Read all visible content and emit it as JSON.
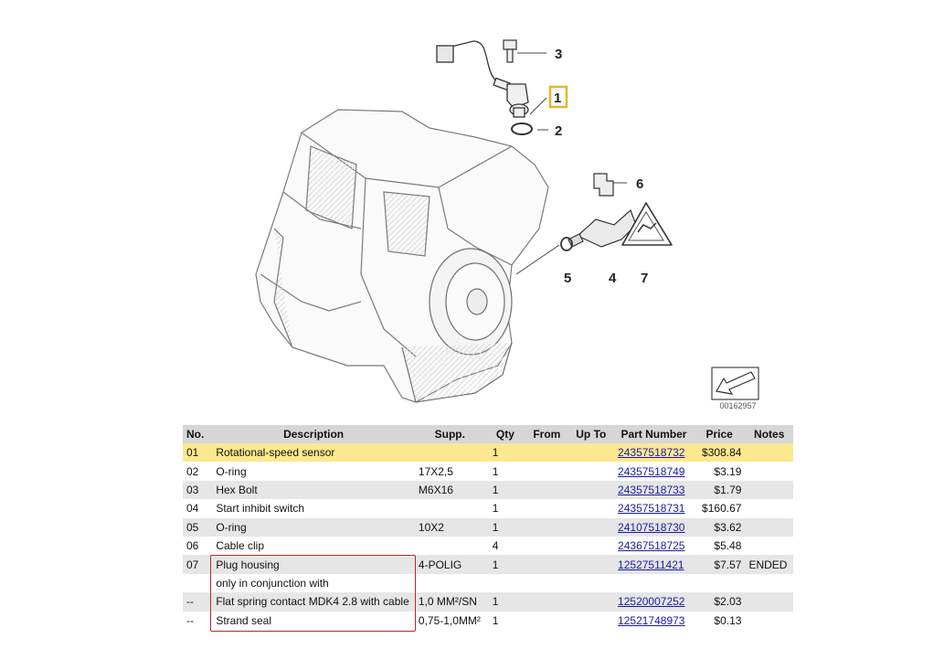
{
  "diagram": {
    "image_code": "00162957",
    "callouts": [
      "1",
      "2",
      "3",
      "4",
      "5",
      "6",
      "7"
    ]
  },
  "table": {
    "headers": {
      "no": "No.",
      "description": "Description",
      "supp": "Supp.",
      "qty": "Qty",
      "from": "From",
      "up_to": "Up To",
      "part_number": "Part Number",
      "price": "Price",
      "notes": "Notes"
    },
    "rows": [
      {
        "no": "01",
        "description": "Rotational-speed sensor",
        "supp": "",
        "qty": "1",
        "from": "",
        "up_to": "",
        "part_number": "24357518732",
        "price": "$308.84",
        "notes": ""
      },
      {
        "no": "02",
        "description": "O-ring",
        "supp": "17X2,5",
        "qty": "1",
        "from": "",
        "up_to": "",
        "part_number": "24357518749",
        "price": "$3.19",
        "notes": ""
      },
      {
        "no": "03",
        "description": "Hex Bolt",
        "supp": "M6X16",
        "qty": "1",
        "from": "",
        "up_to": "",
        "part_number": "24357518733",
        "price": "$1.79",
        "notes": ""
      },
      {
        "no": "04",
        "description": "Start inhibit switch",
        "supp": "",
        "qty": "1",
        "from": "",
        "up_to": "",
        "part_number": "24357518731",
        "price": "$160.67",
        "notes": ""
      },
      {
        "no": "05",
        "description": "O-ring",
        "supp": "10X2",
        "qty": "1",
        "from": "",
        "up_to": "",
        "part_number": "24107518730",
        "price": "$3.62",
        "notes": ""
      },
      {
        "no": "06",
        "description": "Cable clip",
        "supp": "",
        "qty": "4",
        "from": "",
        "up_to": "",
        "part_number": "24367518725",
        "price": "$5.48",
        "notes": ""
      },
      {
        "no": "07",
        "description": "Plug housing",
        "supp": "4-POLIG",
        "qty": "1",
        "from": "",
        "up_to": "",
        "part_number": "12527511421",
        "price": "$7.57",
        "notes": "ENDED"
      },
      {
        "no": "",
        "description": "only in conjunction with",
        "supp": "",
        "qty": "",
        "from": "",
        "up_to": "",
        "part_number": "",
        "price": "",
        "notes": ""
      },
      {
        "no": "--",
        "description": "Flat spring contact MDK4 2.8 with cable",
        "supp": "1,0 MM²/SN",
        "qty": "1",
        "from": "",
        "up_to": "",
        "part_number": "12520007252",
        "price": "$2.03",
        "notes": ""
      },
      {
        "no": "--",
        "description": "Strand seal",
        "supp": "0,75-1,0MM²",
        "qty": "1",
        "from": "",
        "up_to": "",
        "part_number": "12521748973",
        "price": "$0.13",
        "notes": ""
      }
    ]
  }
}
